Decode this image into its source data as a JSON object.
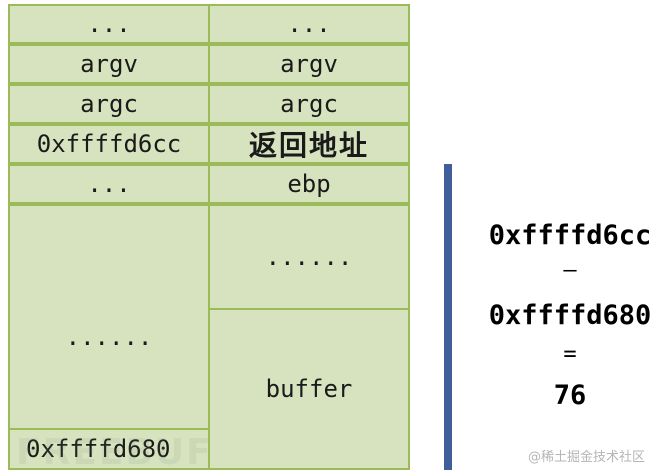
{
  "stack": {
    "left": {
      "row1": "...",
      "row2": "argv",
      "row3": "argc",
      "row4": "0xffffd6cc",
      "row5": "...",
      "row6": "......",
      "row7": "0xffffd680"
    },
    "right": {
      "row1": "...",
      "row2": "argv",
      "row3": "argc",
      "row4": "返回地址",
      "row5": "ebp",
      "row6": "......",
      "row7": "buffer"
    }
  },
  "calculation": {
    "operand1": "0xffffd6cc",
    "minus": "–",
    "operand2": "0xffffd680",
    "equals": "=",
    "result": "76"
  },
  "watermark": "@稀土掘金技术社区",
  "logo": "FREEBUF",
  "colors": {
    "cell_fill": "#d7e3bf",
    "cell_border": "#9bbb59",
    "divider_bar": "#3f5e9a"
  }
}
